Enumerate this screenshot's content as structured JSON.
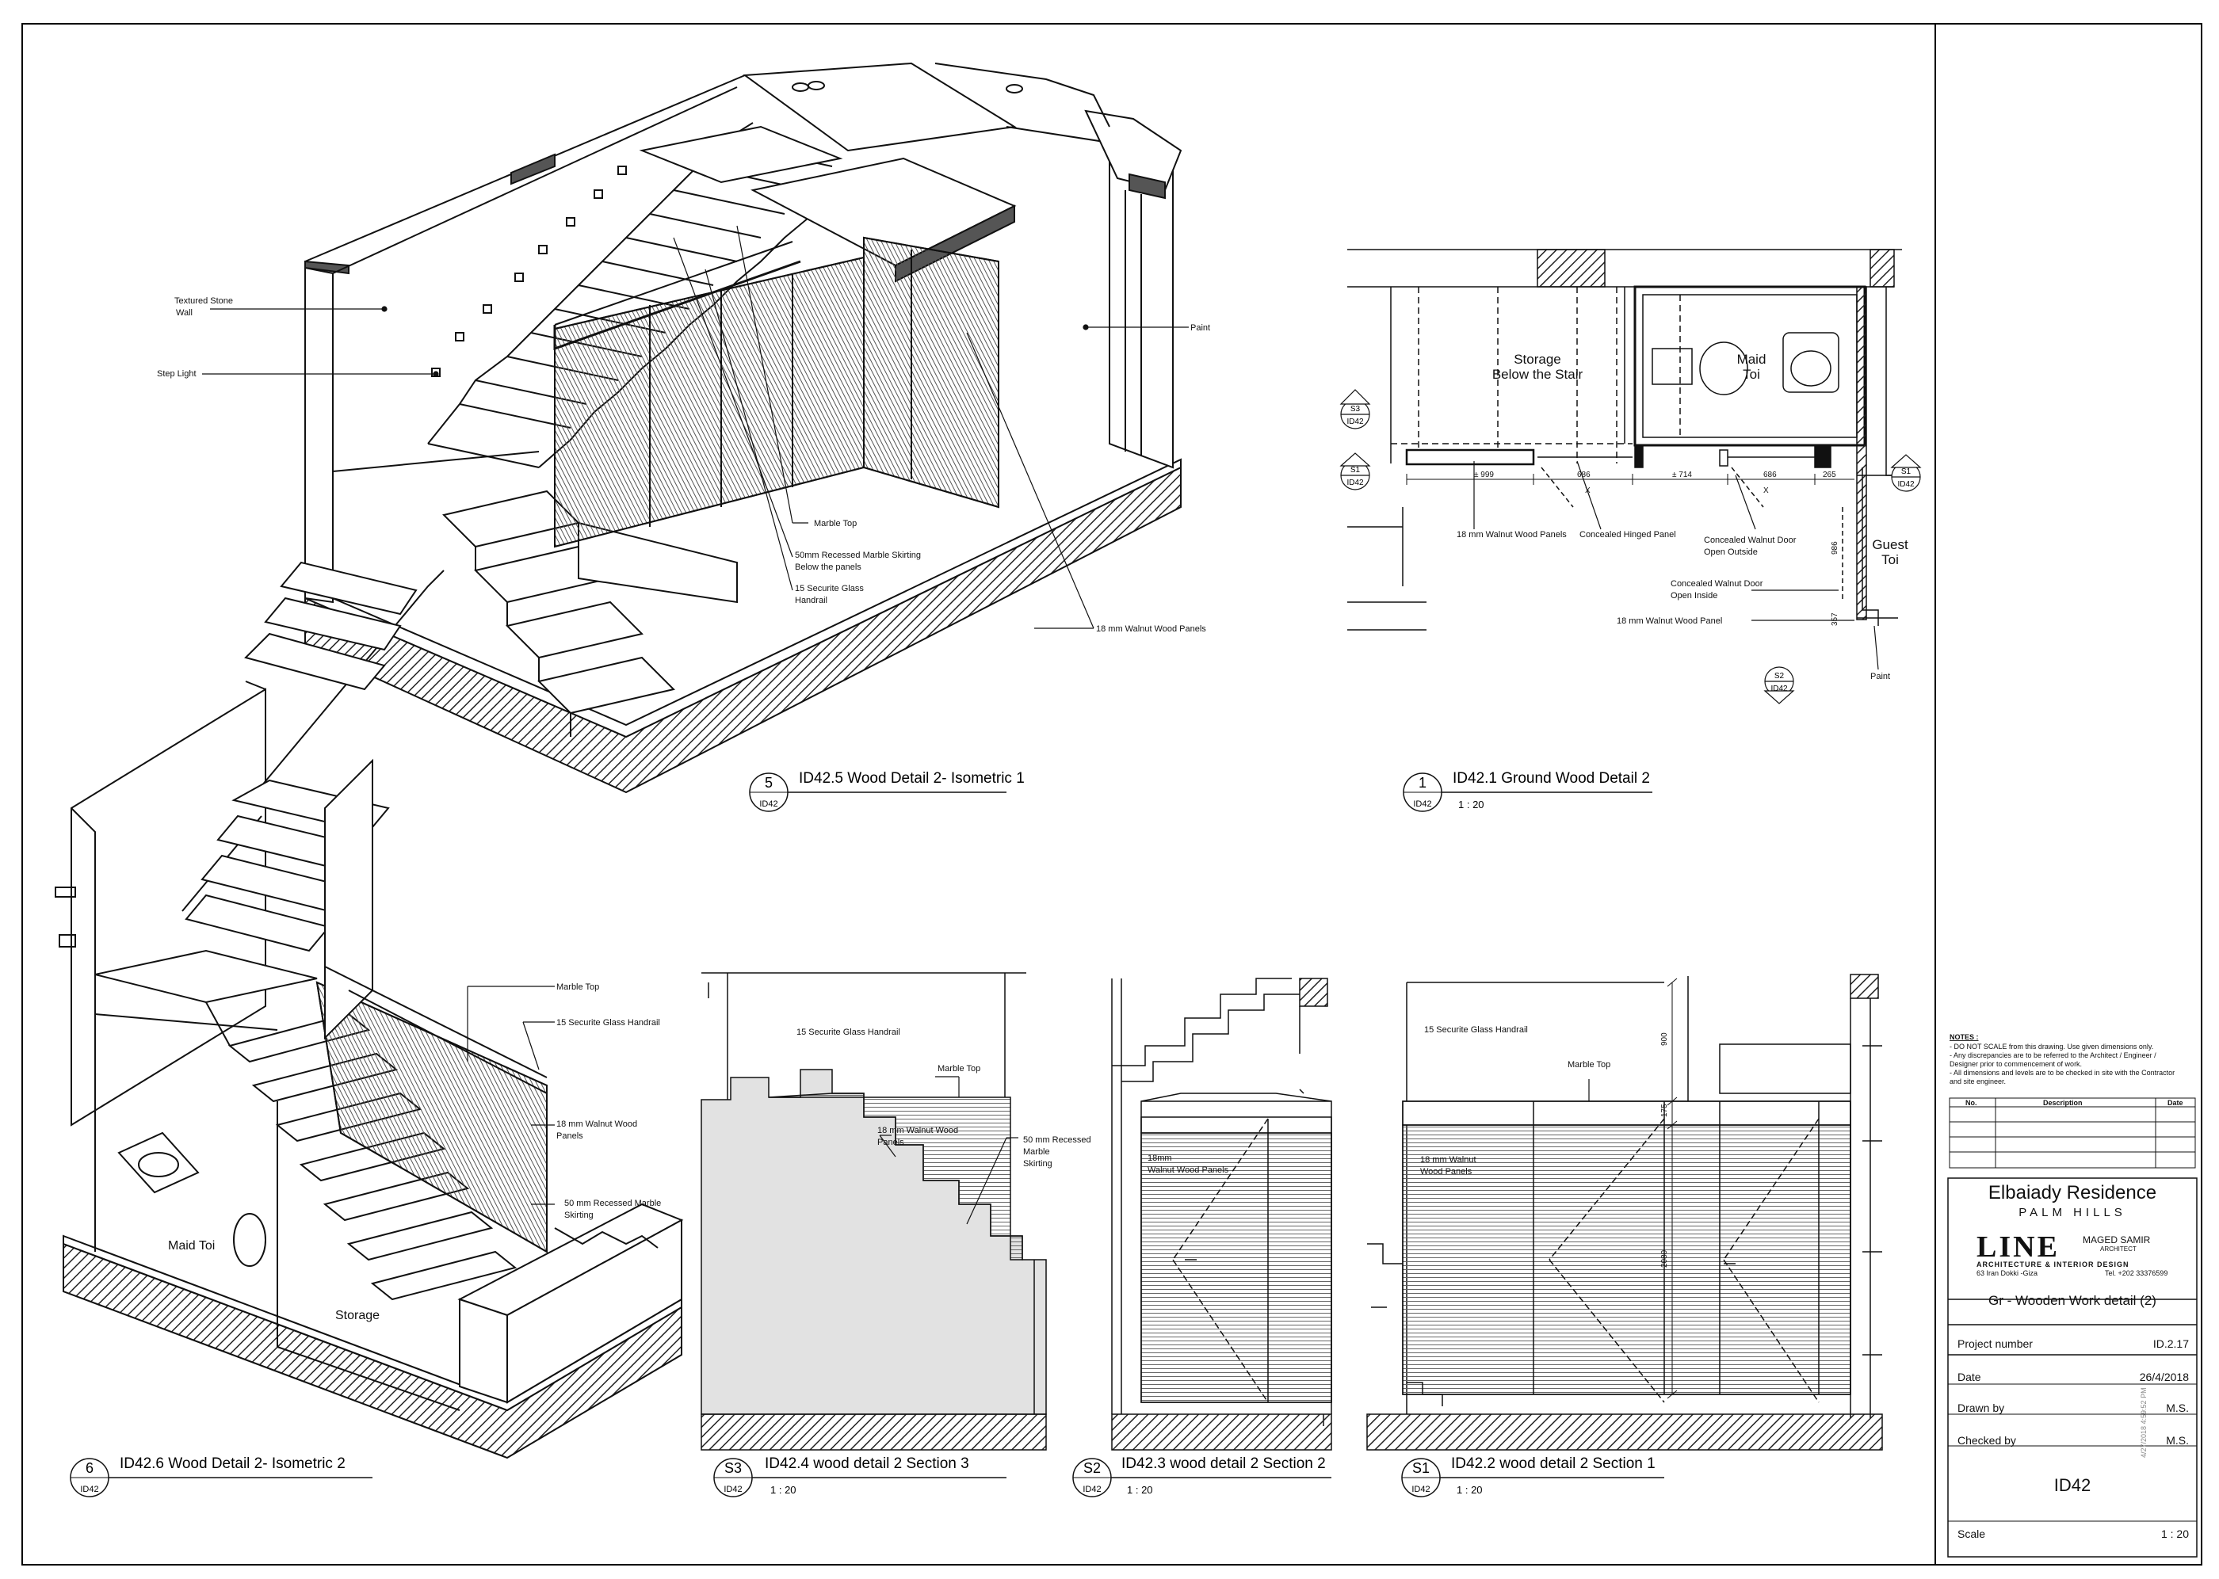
{
  "views": {
    "iso1": {
      "number": "5",
      "sheet_ref": "ID42",
      "title": "ID42.5  Wood Detail 2- Isometric 1",
      "callouts": {
        "textured_stone_1": "Textured Stone",
        "textured_stone_2": "Wall",
        "step_light": "Step Light",
        "paint": "Paint",
        "marble_top": "Marble Top",
        "recessed_1": "50mm Recessed Marble Skirting",
        "recessed_2": "Below the panels",
        "glass_1": "15 Securite Glass",
        "glass_2": "Handrail",
        "walnut": "18 mm Walnut Wood Panels"
      }
    },
    "plan": {
      "number": "1",
      "sheet_ref": "ID42",
      "title": "ID42.1 Ground Wood Detail 2",
      "scale": "1 : 20",
      "rooms": {
        "storage_1": "Storage",
        "storage_2": "Below the Stair",
        "maid_1": "Maid",
        "maid_2": "Toi",
        "guest_1": "Guest",
        "guest_2": "Toi"
      },
      "dims": {
        "d1": "± 999",
        "d2": "686",
        "d3": "± 714",
        "d4": "686",
        "d5": "265",
        "d6": "986",
        "d7": "357",
        "d8": "X"
      },
      "section_tags": {
        "s3": "S3",
        "s1a": "S1",
        "s1b": "S1",
        "s2": "S2",
        "ref": "ID42"
      },
      "callouts": {
        "walnut": "18 mm Walnut Wood Panels",
        "hinged": "Concealed Hinged Panel",
        "door_out_1": "Concealed Walnut Door",
        "door_out_2": "Open Outside",
        "door_in_1": "Concealed Walnut Door",
        "door_in_2": "Open Inside",
        "walnut_panel": "18 mm Walnut Wood Panel",
        "paint": "Paint"
      }
    },
    "iso2": {
      "number": "6",
      "sheet_ref": "ID42",
      "title": "ID42.6  Wood Detail 2- Isometric 2",
      "rooms": {
        "maid": "Maid Toi",
        "storage": "Storage"
      },
      "callouts": {
        "marble_top": "Marble Top",
        "glass": "15 Securite Glass Handrail",
        "walnut_1": "18 mm Walnut Wood",
        "walnut_2": "Panels",
        "recessed_1": "50 mm Recessed Marble",
        "recessed_2": "Skirting"
      }
    },
    "sec3": {
      "number": "S3",
      "sheet_ref": "ID42",
      "title": "ID42.4 wood detail 2  Section 3",
      "scale": "1 : 20",
      "callouts": {
        "glass": "15 Securite Glass Handrail",
        "marble_top": "Marble Top",
        "walnut_1": "18 mm Walnut Wood",
        "walnut_2": "Panels",
        "recessed_1": "50 mm Recessed",
        "recessed_2": "Marble",
        "recessed_3": "Skirting"
      }
    },
    "sec2": {
      "number": "S2",
      "sheet_ref": "ID42",
      "title": "ID42.3 wood detail 2  Section 2",
      "scale": "1 : 20",
      "callouts": {
        "walnut_1": "18mm",
        "walnut_2": "Walnut Wood Panels"
      }
    },
    "sec1": {
      "number": "S1",
      "sheet_ref": "ID42",
      "title": "ID42.2 wood detail 2  Section 1",
      "scale": "1 : 20",
      "callouts": {
        "glass": "15 Securite Glass Handrail",
        "marble_top": "Marble Top",
        "walnut_1": "18 mm Walnut",
        "walnut_2": "Wood Panels"
      },
      "dims": {
        "d900": "900",
        "d175": "175",
        "d2080": "2080"
      }
    }
  },
  "notes": {
    "heading": "NOTES :",
    "lines": [
      "- DO NOT SCALE from this drawing. Use given dimensions only.",
      "- Any discrepancies are to be referred to the Architect / Engineer /",
      "Designer prior to commencement of work.",
      "- All dimensions and levels are to be checked in site with the Contractor",
      "and site engineer."
    ],
    "table_headers": {
      "no": "No.",
      "desc": "Description",
      "date": "Date"
    }
  },
  "title_block": {
    "project": "Elbaiady Residence",
    "location": "PALM HILLS",
    "logo": "LINE",
    "firm_tag": "ARCHITECTURE & INTERIOR DESIGN",
    "address": "63 Iran Dokki -Giza",
    "tel": "Tel. +202 33376599",
    "architect": "MAGED SAMIR",
    "architect_role": "ARCHITECT",
    "sheet_title": "Gr -  Wooden Work detail (2)",
    "fields": [
      {
        "label": "Project number",
        "value": "ID.2.17"
      },
      {
        "label": "Date",
        "value": "26/4/2018"
      },
      {
        "label": "Drawn by",
        "value": "M.S."
      },
      {
        "label": "Checked by",
        "value": "M.S."
      }
    ],
    "sheet_number": "ID42",
    "scale_label": "Scale",
    "scale_value": "1 : 20",
    "print_stamp": "4/27/2018 4:59:52 PM"
  }
}
